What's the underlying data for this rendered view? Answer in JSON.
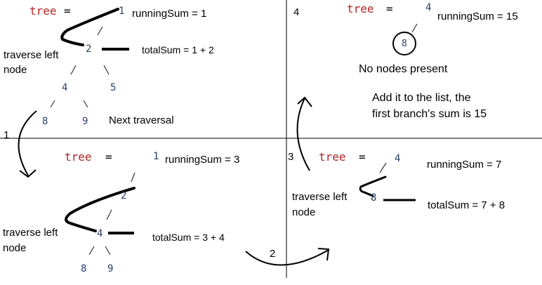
{
  "colors": {
    "keyword": "#b22222",
    "node": "#2c3e66",
    "text": "#000000",
    "line": "#000000"
  },
  "keyword": "tree",
  "equals": "=",
  "slash": "/",
  "backslash": "\\",
  "panel1": {
    "nodes": {
      "n1": "1",
      "n2": "2",
      "n4": "4",
      "n5": "5",
      "n8": "8",
      "n9": "9"
    },
    "running_sum": "runningSum = 1",
    "total_sum": "totalSum = 1 + 2",
    "traverse_label": "traverse left",
    "traverse_label2": "node",
    "next_label": "Next traversal",
    "step_number": "1"
  },
  "panel2": {
    "nodes": {
      "n1": "1",
      "n2": "2",
      "n4": "4",
      "n8": "8",
      "n9": "9"
    },
    "running_sum": "runningSum = 3",
    "total_sum": "totalSum = 3 + 4",
    "traverse_label": "traverse left",
    "traverse_label2": "node",
    "step_number": "2"
  },
  "panel3": {
    "nodes": {
      "n4": "4",
      "n8": "8"
    },
    "running_sum": "runningSum  = 7",
    "total_sum": "totalSum = 7 + 8",
    "traverse_label": "traverse left",
    "traverse_label2": "node",
    "step_number": "3"
  },
  "panel4": {
    "nodes": {
      "n4": "4",
      "n8": "8"
    },
    "running_sum": "runningSum = 15",
    "no_nodes": "No nodes present",
    "result_line1": "Add it to the list, the",
    "result_line2": "first branch's sum is 15",
    "step_number": "4"
  }
}
